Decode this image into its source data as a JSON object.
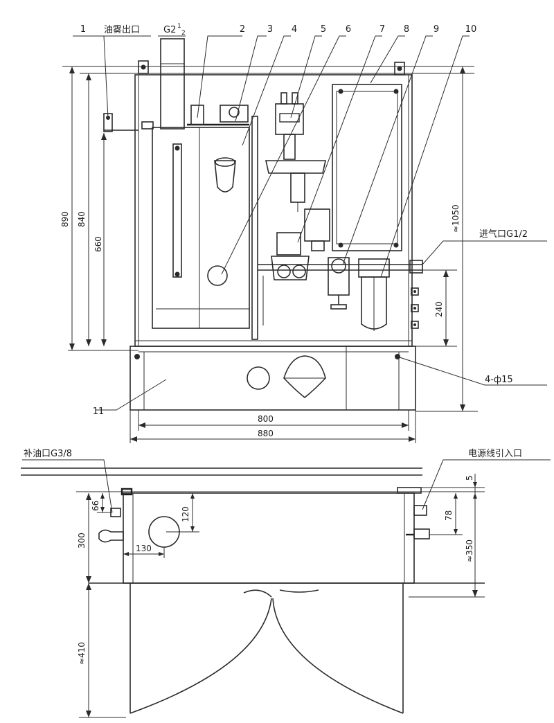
{
  "parts": [
    "1",
    "2",
    "3",
    "4",
    "5",
    "6",
    "7",
    "8",
    "9",
    "10",
    "11"
  ],
  "labels": {
    "oil_mist_outlet": "油雾出口",
    "outlet_thread": "G2",
    "outlet_thread_sup": "1",
    "outlet_thread_sub": "2",
    "air_inlet": "进气口G1/2",
    "holes": "4-ф15",
    "oil_fill": "补油口G3/8",
    "power_entry": "电源线引入口"
  },
  "dimensions": {
    "d890": "890",
    "d840": "840",
    "d660": "660",
    "d1050": "≈1050",
    "d240": "240",
    "d800": "800",
    "d880": "880",
    "d66": "66",
    "d120": "120",
    "d300": "300",
    "d130": "130",
    "d5": "5",
    "d78": "78",
    "d350": "≈350",
    "d410": "≈410"
  }
}
